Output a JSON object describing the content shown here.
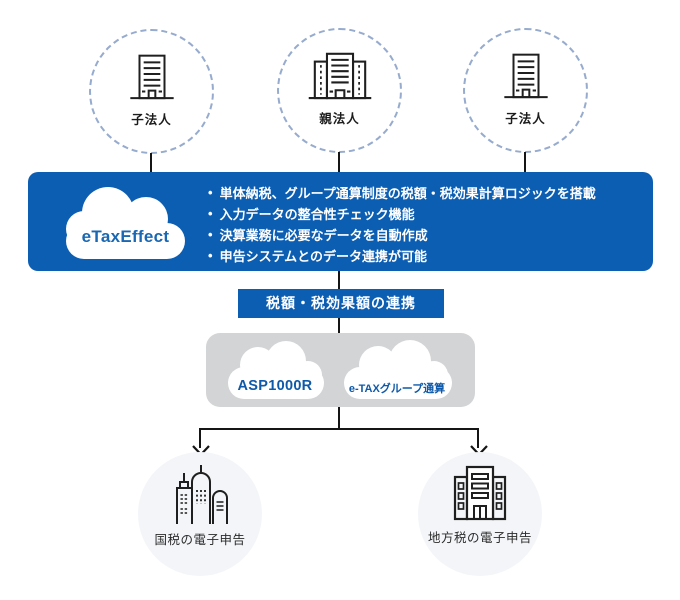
{
  "palette": {
    "primary_blue": "#0c5eb3",
    "dashed_circle_stroke": "#96abce",
    "gray_panel": "#d3d4d6",
    "destination_circle_fill": "#f3f5f8",
    "icon_stroke": "#1f1f1f",
    "cloud_text_blue": "#1a67b3"
  },
  "top_nodes": [
    {
      "label": "子法人",
      "icon": "office-building-icon"
    },
    {
      "label": "親法人",
      "icon": "headquarters-building-icon"
    },
    {
      "label": "子法人",
      "icon": "office-building-icon"
    }
  ],
  "banner": {
    "product_name": "eTaxEffect",
    "bullets": [
      "単体納税、グループ通算制度の税額・税効果計算ロジックを搭載",
      "入力データの整合性チェック機能",
      "決算業務に必要なデータを自動作成",
      "申告システムとのデータ連携が可能"
    ]
  },
  "link_box": {
    "label": "税額・税効果額の連携"
  },
  "systems": [
    {
      "label": "ASP1000R"
    },
    {
      "label": "e-TAXグループ通算"
    }
  ],
  "destinations": [
    {
      "label": "国税の電子申告",
      "icon": "city-skyline-icon"
    },
    {
      "label": "地方税の電子申告",
      "icon": "government-building-icon"
    }
  ]
}
